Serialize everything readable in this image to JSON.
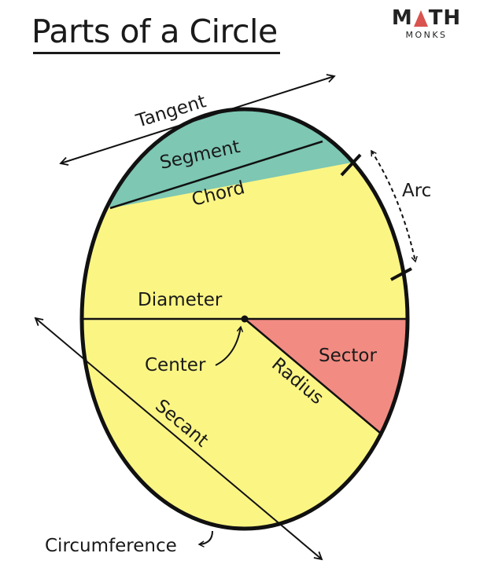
{
  "title": "Parts of a Circle",
  "logo": {
    "top_left": "M",
    "top_right": "TH",
    "bottom": "MONKS",
    "accent_color": "#d9534f"
  },
  "labels": {
    "tangent": "Tangent",
    "segment": "Segment",
    "chord": "Chord",
    "arc": "Arc",
    "diameter": "Diameter",
    "center": "Center",
    "sector": "Sector",
    "radius": "Radius",
    "secant": "Secant",
    "circumference": "Circumference"
  },
  "colors": {
    "circle_fill": "#fbf584",
    "segment_fill": "#7dc7b3",
    "sector_fill": "#f28b82",
    "outline": "#111111"
  }
}
